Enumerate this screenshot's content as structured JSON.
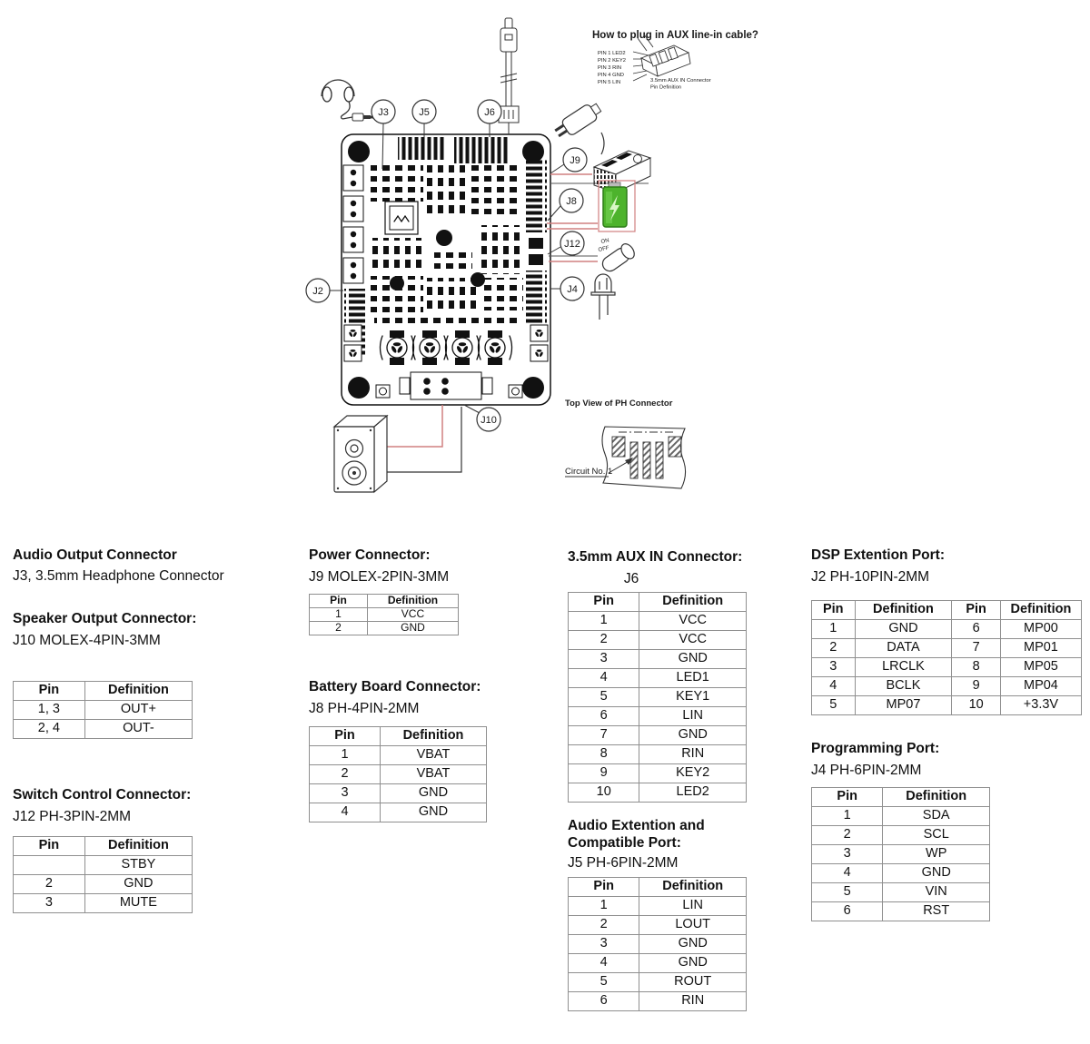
{
  "diagram": {
    "callouts": {
      "j3": "J3",
      "j5": "J5",
      "j6": "J6",
      "j9": "J9",
      "j8": "J8",
      "j12": "J12",
      "j4": "J4",
      "j2": "J2",
      "j10": "J10"
    },
    "aux_howto": {
      "title": "How to plug in AUX line-in cable?",
      "pins": [
        "PIN 1 LED2",
        "PIN 2 KEY2",
        "PIN 3 RIN",
        "PIN 4 GND",
        "PIN 5 LIN"
      ],
      "caption_line1": "3.5mm AUX IN Connector",
      "caption_line2": "Pin Definition"
    },
    "ph_view": {
      "title": "Top View of PH Connector",
      "circuit_label": "Circuit No. 1"
    },
    "switch": {
      "on": "ON",
      "off": "OFF"
    }
  },
  "sections": {
    "audio_output": {
      "heading": "Audio Output Connector",
      "sub": "J3, 3.5mm Headphone Connector"
    },
    "speaker_output": {
      "heading": "Speaker Output Connector:",
      "sub": "J10 MOLEX-4PIN-3MM",
      "table": {
        "headers": [
          "Pin",
          "Definition"
        ],
        "rows": [
          [
            "1, 3",
            "OUT+"
          ],
          [
            "2, 4",
            "OUT-"
          ]
        ]
      }
    },
    "switch_control": {
      "heading": "Switch Control Connector:",
      "sub": "J12 PH-3PIN-2MM",
      "table": {
        "headers": [
          "Pin",
          "Definition"
        ],
        "rows": [
          [
            "",
            "STBY"
          ],
          [
            "2",
            "GND"
          ],
          [
            "3",
            "MUTE"
          ]
        ]
      }
    },
    "power": {
      "heading": "Power Connector:",
      "sub": "J9 MOLEX-2PIN-3MM",
      "table": {
        "headers": [
          "Pin",
          "Definition"
        ],
        "rows": [
          [
            "1",
            "VCC"
          ],
          [
            "2",
            "GND"
          ]
        ]
      }
    },
    "battery": {
      "heading": "Battery Board Connector:",
      "sub": "J8 PH-4PIN-2MM",
      "table": {
        "headers": [
          "Pin",
          "Definition"
        ],
        "rows": [
          [
            "1",
            "VBAT"
          ],
          [
            "2",
            "VBAT"
          ],
          [
            "3",
            "GND"
          ],
          [
            "4",
            "GND"
          ]
        ]
      }
    },
    "aux_in": {
      "heading": "3.5mm AUX IN Connector:",
      "sub": "J6",
      "table": {
        "headers": [
          "Pin",
          "Definition"
        ],
        "rows": [
          [
            "1",
            "VCC"
          ],
          [
            "2",
            "VCC"
          ],
          [
            "3",
            "GND"
          ],
          [
            "4",
            "LED1"
          ],
          [
            "5",
            "KEY1"
          ],
          [
            "6",
            "LIN"
          ],
          [
            "7",
            "GND"
          ],
          [
            "8",
            "RIN"
          ],
          [
            "9",
            "KEY2"
          ],
          [
            "10",
            "LED2"
          ]
        ]
      }
    },
    "audio_ext": {
      "heading": "Audio Extention and Compatible Port:",
      "sub": "J5 PH-6PIN-2MM",
      "table": {
        "headers": [
          "Pin",
          "Definition"
        ],
        "rows": [
          [
            "1",
            "LIN"
          ],
          [
            "2",
            "LOUT"
          ],
          [
            "3",
            "GND"
          ],
          [
            "4",
            "GND"
          ],
          [
            "5",
            "ROUT"
          ],
          [
            "6",
            "RIN"
          ]
        ]
      }
    },
    "dsp": {
      "heading": "DSP Extention Port:",
      "sub": "J2 PH-10PIN-2MM",
      "table": {
        "headers": [
          "Pin",
          "Definition",
          "Pin",
          "Definition"
        ],
        "rows": [
          [
            "1",
            "GND",
            "6",
            "MP00"
          ],
          [
            "2",
            "DATA",
            "7",
            "MP01"
          ],
          [
            "3",
            "LRCLK",
            "8",
            "MP05"
          ],
          [
            "4",
            "BCLK",
            "9",
            "MP04"
          ],
          [
            "5",
            "MP07",
            "10",
            "+3.3V"
          ]
        ]
      }
    },
    "programming": {
      "heading": "Programming Port:",
      "sub": "J4 PH-6PIN-2MM",
      "table": {
        "headers": [
          "Pin",
          "Definition"
        ],
        "rows": [
          [
            "1",
            "SDA"
          ],
          [
            "2",
            "SCL"
          ],
          [
            "3",
            "WP"
          ],
          [
            "4",
            "GND"
          ],
          [
            "5",
            "VIN"
          ],
          [
            "6",
            "RST"
          ]
        ]
      }
    }
  },
  "colors": {
    "wire_red": "#d08080",
    "battery_green": "#4db32c",
    "battery_dark": "#2f7d1a",
    "ink": "#1a1a1a"
  }
}
